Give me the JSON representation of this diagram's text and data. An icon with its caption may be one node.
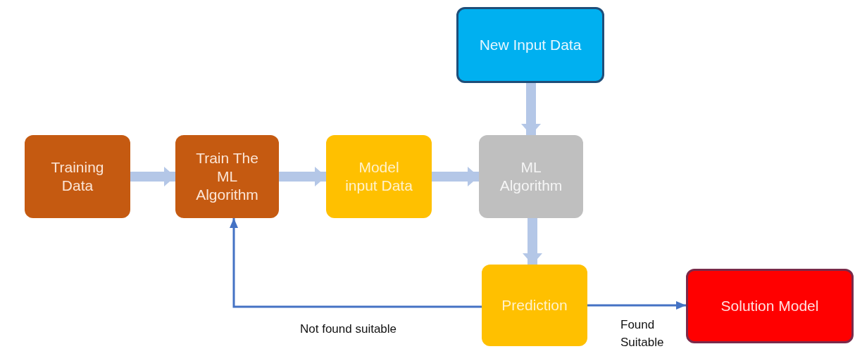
{
  "diagram": {
    "nodes": [
      {
        "text": [
          "Training Data"
        ]
      },
      {
        "text": [
          "Train The ML Algorithm"
        ]
      },
      {
        "text": [
          "Model input Data"
        ]
      },
      {
        "text": [
          "New Input Data"
        ]
      },
      {
        "text": [
          "ML Algorithm"
        ]
      },
      {
        "text": [
          "Prediction"
        ]
      },
      {
        "text": [
          "Solution Model"
        ]
      }
    ],
    "edges": [
      {
        "from": 0,
        "to": 1,
        "arrow": "to"
      },
      {
        "from": 1,
        "to": 2,
        "arrow": "to"
      },
      {
        "from": 2,
        "to": 4,
        "arrow": "to"
      },
      {
        "from": 3,
        "to": 4,
        "arrow": "to"
      },
      {
        "from": 4,
        "to": 5,
        "arrow": "to"
      },
      {
        "from": 5,
        "to": 1,
        "arrow": "to",
        "label": "Not found suitable",
        "color": "#4472c4"
      },
      {
        "from": 5,
        "to": 6,
        "arrow": "to",
        "label": "Found Suitable",
        "color": "#4472c4"
      }
    ]
  }
}
